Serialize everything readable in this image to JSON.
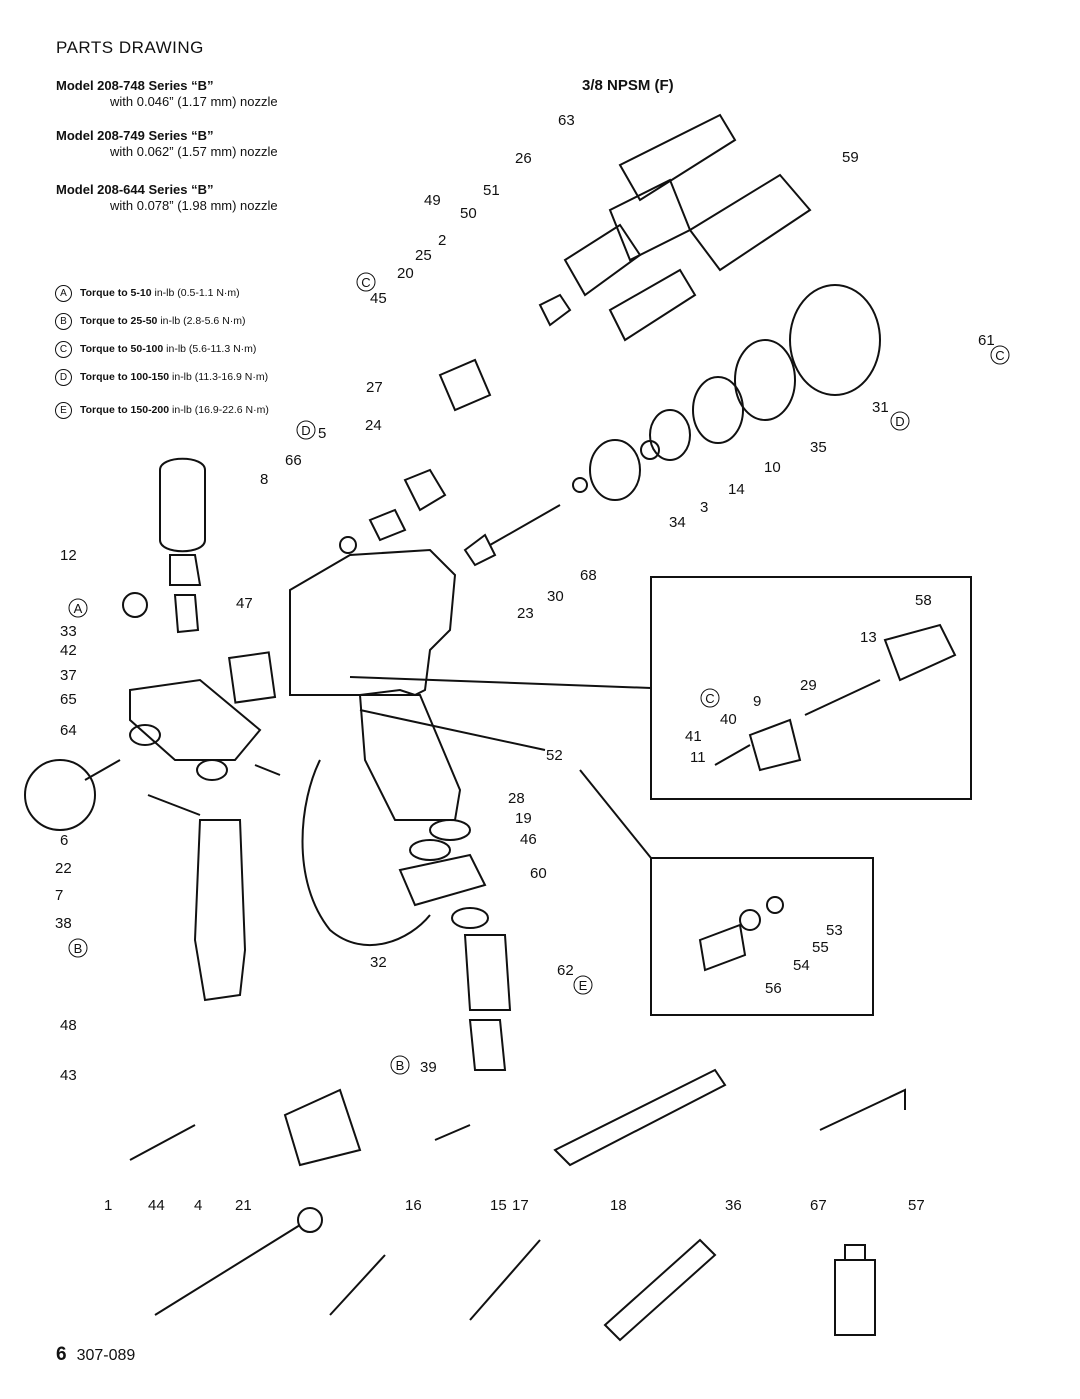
{
  "title": "PARTS DRAWING",
  "models": [
    {
      "name": "Model 208-748 Series “B”",
      "nozzle": "with 0.046” (1.17 mm) nozzle"
    },
    {
      "name": "Model 208-749 Series “B”",
      "nozzle": "with 0.062” (1.57 mm) nozzle"
    },
    {
      "name": "Model 208-644 Series “B”",
      "nozzle": "with 0.078” (1.98 mm) nozzle"
    }
  ],
  "torque_specs": [
    {
      "code": "A",
      "text": "Torque to 5-10",
      "unit": "in-lb (0.5-1.1 N·m)"
    },
    {
      "code": "B",
      "text": "Torque to 25-50",
      "unit": "in-lb (2.8-5.6 N·m)"
    },
    {
      "code": "C",
      "text": "Torque to 50-100",
      "unit": "in-lb (5.6-11.3 N·m)"
    },
    {
      "code": "D",
      "text": "Torque to 100-150",
      "unit": "in-lb (11.3-16.9 N·m)"
    },
    {
      "code": "E",
      "text": "Torque to 150-200",
      "unit": "in-lb (16.9-22.6 N·m)"
    }
  ],
  "thread_label": "3/8 NPSM (F)",
  "part_labels": [
    "63",
    "26",
    "59",
    "49",
    "51",
    "50",
    "2",
    "25",
    "20",
    "45",
    "61",
    "31",
    "35",
    "10",
    "14",
    "27",
    "24",
    "5",
    "66",
    "8",
    "3",
    "34",
    "68",
    "12",
    "30",
    "23",
    "47",
    "33",
    "42",
    "37",
    "65",
    "64",
    "58",
    "13",
    "29",
    "9",
    "40",
    "41",
    "11",
    "52",
    "6",
    "22",
    "7",
    "38",
    "48",
    "43",
    "28",
    "19",
    "46",
    "60",
    "32",
    "62",
    "39",
    "53",
    "55",
    "54",
    "56",
    "1",
    "44",
    "4",
    "21",
    "16",
    "15",
    "17",
    "18",
    "36",
    "67",
    "57"
  ],
  "circled_marks": [
    "A",
    "B",
    "C",
    "D",
    "E"
  ],
  "footer": {
    "page": "6",
    "doc": "307-089"
  }
}
